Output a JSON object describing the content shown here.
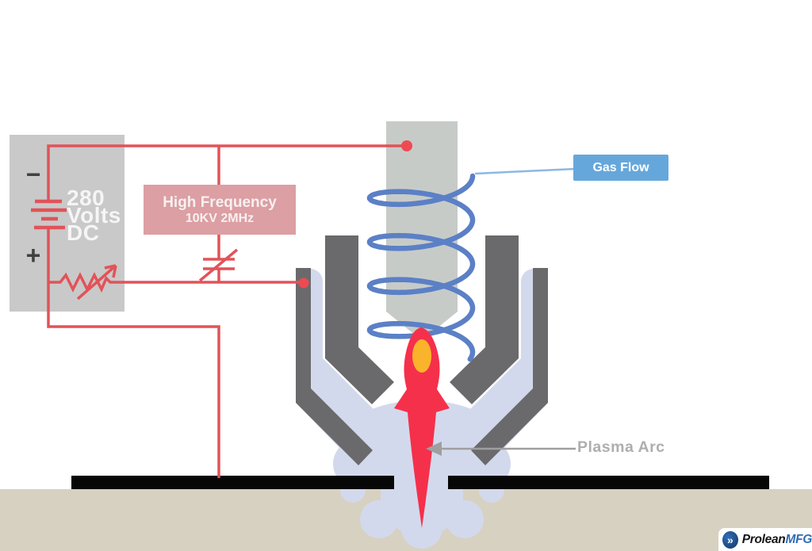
{
  "labels": {
    "power_supply": {
      "negative": "−",
      "positive": "+",
      "voltage": "280",
      "unit": "Volts",
      "current_type": "DC"
    },
    "high_frequency": {
      "title": "High Frequency",
      "value": "10KV 2MHz"
    },
    "gas_flow": "Gas Flow",
    "plasma_arc": "Plasma Arc"
  },
  "logo": {
    "name": "Prolean",
    "suffix": "MFG",
    "icon": "double-chevron-right-icon",
    "icon_glyph": "»"
  },
  "colors": {
    "wire_red": "#E15359",
    "dot_red": "#EE4A52",
    "flame_red": "#F5304B",
    "flame_core_yellow": "#F9B42B",
    "coil_blue": "#5B80C6",
    "gas_box_blue": "#66A7DB",
    "gas_line_blue": "#8CB8E4",
    "electrode_gray": "#C7CBC8",
    "nozzle_dark_gray": "#6A6A6C",
    "torch_body_lavender": "#D3D9EC",
    "power_box_gray": "#C9C9C9",
    "hf_box_pink": "#DC9FA3",
    "workpiece_black": "#070707",
    "ground_beige": "#D7D1C1",
    "annotation_gray": "#A9A9A9",
    "logo_blue": "#2E6CB5"
  }
}
